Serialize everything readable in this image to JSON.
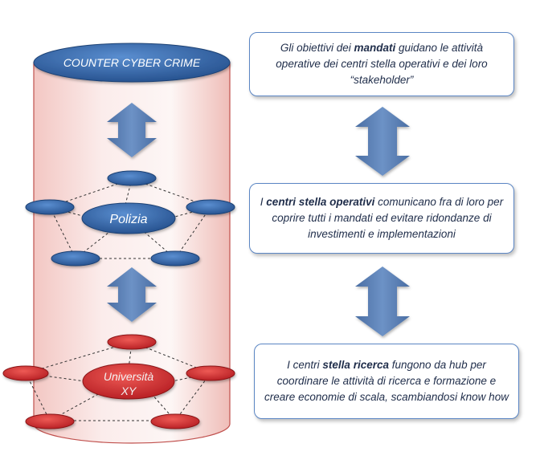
{
  "left_panel": {
    "top_label": "COUNTER CYBER  CRIME",
    "center_blue": "Polizia",
    "center_red_line1": "Università",
    "center_red_line2": "XY"
  },
  "boxes": [
    {
      "parts": [
        {
          "t": "Gli obiettivi dei ",
          "b": false
        },
        {
          "t": "mandati",
          "b": true
        },
        {
          "t": " guidano le attività operative dei centri stella operativi e dei loro “stakeholder”",
          "b": false
        }
      ]
    },
    {
      "parts": [
        {
          "t": "I ",
          "b": false
        },
        {
          "t": "centri stella operativi",
          "b": true
        },
        {
          "t": " comunicano fra di loro per coprire tutti i mandati ed evitare ridondanze di investimenti e implementazioni",
          "b": false
        }
      ]
    },
    {
      "parts": [
        {
          "t": "I centri ",
          "b": false
        },
        {
          "t": "stella ricerca",
          "b": true
        },
        {
          "t": " fungono da hub per coordinare le attività di ricerca e formazione e creare economie di scala, scambiandosi know how",
          "b": false
        }
      ]
    }
  ],
  "colors": {
    "blue": "#2f5f9e",
    "red": "#c9252a",
    "arrow": "#5b7fb0",
    "cylinder_border": "#c0504d"
  }
}
